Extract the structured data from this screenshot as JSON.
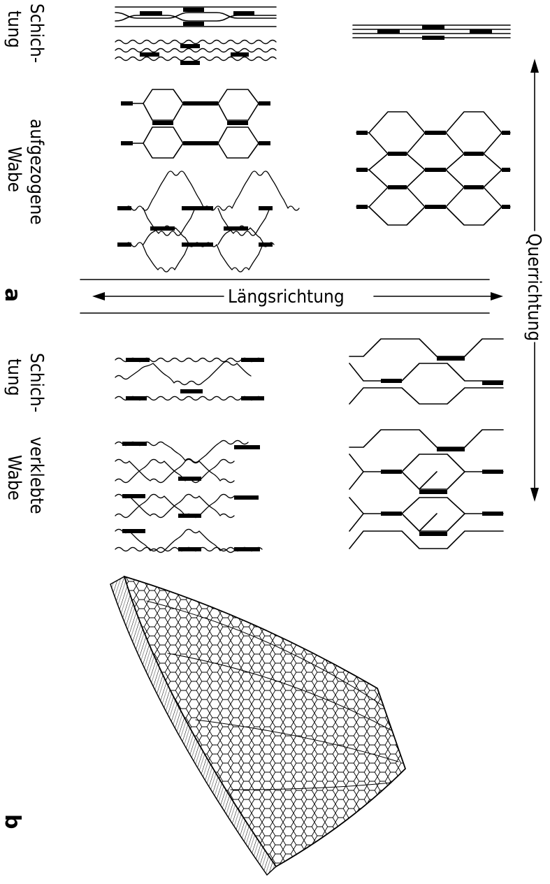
{
  "labels": {
    "layering_top_line1": "Schich-",
    "layering_top_line2": "tung",
    "expanded_line1": "aufgezogene",
    "expanded_line2": "Wabe",
    "layering_bottom_line1": "Schich-",
    "layering_bottom_line2": "tung",
    "bonded_line1": "verklebte",
    "bonded_line2": "Wabe",
    "longitudinal": "Längsrichtung",
    "transverse": "Querrichtung",
    "panel_a": "a",
    "panel_b": "b"
  }
}
